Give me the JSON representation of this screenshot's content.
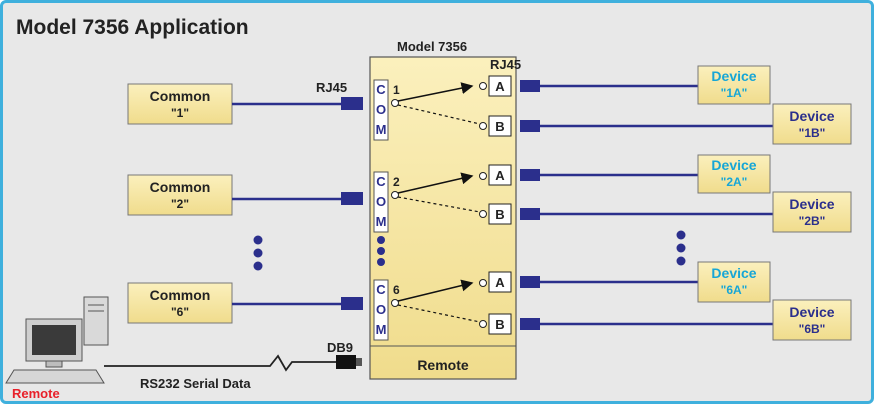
{
  "title": "Model 7356 Application",
  "switch": {
    "label": "Model 7356",
    "remote_label": "Remote"
  },
  "connectors": {
    "rj45_left": "RJ45",
    "rj45_right": "RJ45",
    "db9": "DB9"
  },
  "com_letters": [
    "C",
    "O",
    "M"
  ],
  "channels": [
    {
      "common_line1": "Common",
      "common_line2": "\"1\"",
      "number": "1",
      "port_a": "A",
      "port_b": "B",
      "device_a_line1": "Device",
      "device_a_line2": "\"1A\"",
      "device_b_line1": "Device",
      "device_b_line2": "\"1B\""
    },
    {
      "common_line1": "Common",
      "common_line2": "\"2\"",
      "number": "2",
      "port_a": "A",
      "port_b": "B",
      "device_a_line1": "Device",
      "device_a_line2": "\"2A\"",
      "device_b_line1": "Device",
      "device_b_line2": "\"2B\""
    },
    {
      "common_line1": "Common",
      "common_line2": "\"6\"",
      "number": "6",
      "port_a": "A",
      "port_b": "B",
      "device_a_line1": "Device",
      "device_a_line2": "\"6A\"",
      "device_b_line1": "Device",
      "device_b_line2": "\"6B\""
    }
  ],
  "serial_label": "RS232 Serial Data",
  "pc_label": "Remote",
  "colors": {
    "border": "#3fb0dd",
    "background": "#e8e8e8",
    "box_fill": "#f6e7a6",
    "line": "#2b2f8c",
    "com_text": "#2b2f8c",
    "device_a_text": "#17a6d6",
    "device_b_text": "#2b2f8c",
    "pc_label": "#e8202a"
  }
}
